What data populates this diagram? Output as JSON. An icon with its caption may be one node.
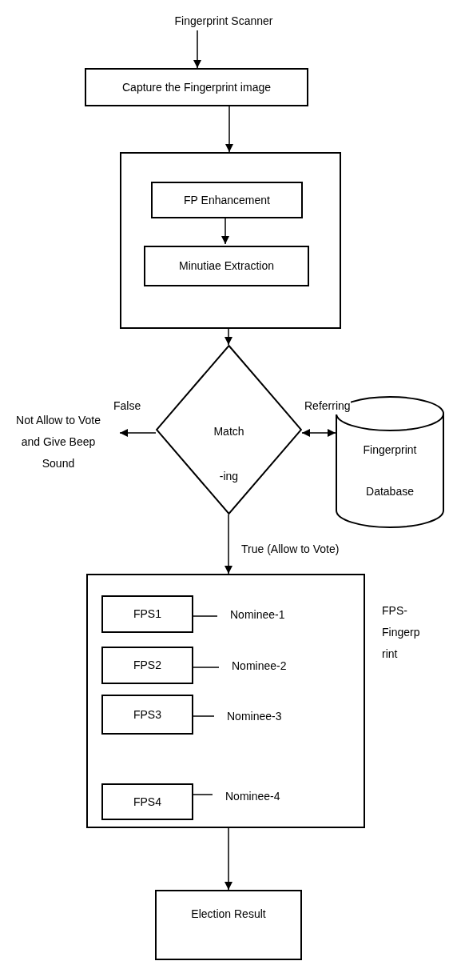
{
  "diagram": {
    "nodes": [
      {
        "text": [
          "Fingerprint Scanner"
        ]
      },
      {
        "text": [
          "Capture the Fingerprint image"
        ]
      },
      {
        "text": [],
        "shape": "box"
      },
      {
        "text": [
          "FP Enhancement"
        ],
        "in": 2
      },
      {
        "text": [
          "Minutiae Extraction"
        ],
        "in": 2
      },
      {
        "text": [
          "Match -ing"
        ]
      },
      {
        "text": [
          "Not Allow to Vote and Give Beep Sound"
        ]
      },
      {
        "text": [
          "Fingerprint Database"
        ]
      },
      {
        "text": [],
        "shape": "box",
        "beside": [
          "FPS- Fingerp rint"
        ]
      },
      {
        "text": [
          "FPS1"
        ],
        "in": 8
      },
      {
        "text": [
          "FPS2"
        ],
        "in": 8
      },
      {
        "text": [
          "FPS3"
        ],
        "in": 8
      },
      {
        "text": [
          "FPS4"
        ],
        "in": 8
      },
      {
        "text": [
          "Nominee-1"
        ],
        "in": 8
      },
      {
        "text": [
          "Nominee-2"
        ],
        "in": 8
      },
      {
        "text": [
          "Nominee-3"
        ],
        "in": 8
      },
      {
        "text": [
          "Nominee-4"
        ],
        "in": 8
      },
      {
        "text": [
          "Election Result"
        ]
      }
    ],
    "edges": [
      {
        "from": 0,
        "to": 1,
        "arrow": "to"
      },
      {
        "from": 1,
        "to": 2,
        "arrow": "to"
      },
      {
        "from": 3,
        "to": 4,
        "arrow": "to"
      },
      {
        "from": 2,
        "to": 5,
        "arrow": "to"
      },
      {
        "from": 5,
        "to": 6,
        "arrow": "to",
        "label": "False"
      },
      {
        "from": 5,
        "to": 7,
        "arrow": "both",
        "label": "Referring"
      },
      {
        "from": 5,
        "to": 8,
        "arrow": "to",
        "label": "True (Allow to Vote)"
      },
      {
        "from": 9,
        "to": 13,
        "arrow": "none"
      },
      {
        "from": 10,
        "to": 14,
        "arrow": "none"
      },
      {
        "from": 11,
        "to": 15,
        "arrow": "none"
      },
      {
        "from": 12,
        "to": 16,
        "arrow": "none"
      },
      {
        "from": 8,
        "to": 17,
        "arrow": "to"
      }
    ]
  }
}
